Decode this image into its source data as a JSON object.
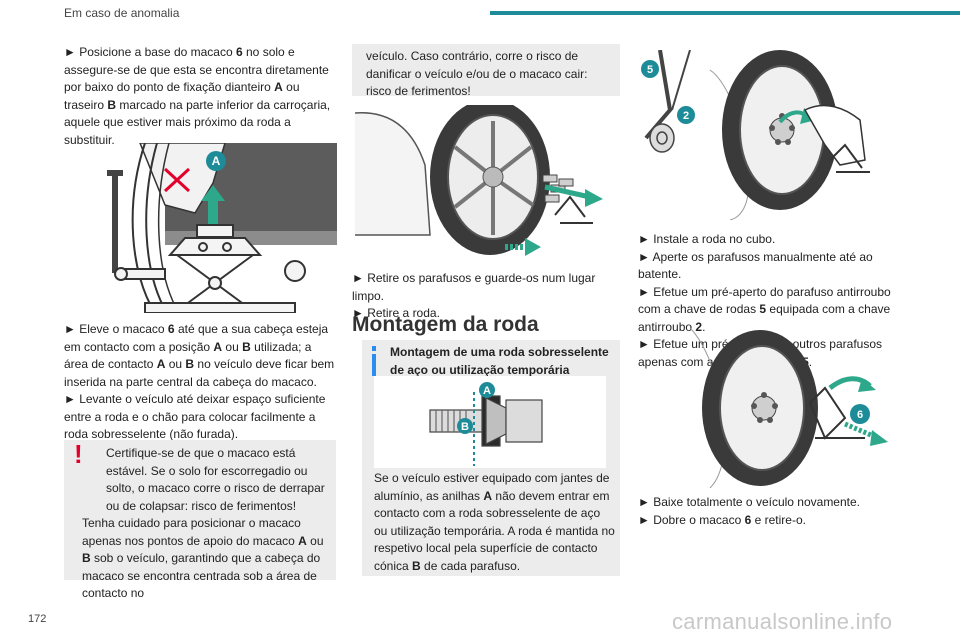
{
  "header": {
    "section_title": "Em caso de anomalia"
  },
  "col1": {
    "p1_a": "► Posicione a base do macaco ",
    "p1_b": "6",
    "p1_c": " no solo e assegure-se de que esta se encontra diretamente por baixo do ponto de fixação dianteiro ",
    "p1_d": "A",
    "p1_e": " ou traseiro ",
    "p1_f": "B",
    "p1_g": " marcado na parte inferior da carroçaria, aquele que estiver mais próximo da roda a substituir.",
    "fig_label_a": "A",
    "p2_a": "► Eleve o macaco ",
    "p2_b": "6",
    "p2_c": " até que a sua cabeça esteja em contacto com a posição ",
    "p2_d": "A",
    "p2_e": " ou ",
    "p2_f": "B",
    "p2_g": " utilizada; a área de contacto ",
    "p2_h": "A",
    "p2_i": " ou ",
    "p2_j": "B",
    "p2_k": " no veículo deve ficar bem inserida na parte central da cabeça do macaco.",
    "p3": "► Levante o veículo até deixar espaço suficiente entre a roda e o chão para colocar facilmente a roda sobresselente (não furada).",
    "warn_mark": "!",
    "warn_a": "Certifique-se de que o macaco está estável. Se o solo for escorregadio ou solto, o macaco corre o risco de derrapar ou de colapsar: risco de ferimentos!",
    "warn_b": "Tenha cuidado para posicionar o macaco apenas nos pontos de apoio do macaco ",
    "warn_c": "A",
    "warn_d": " ou ",
    "warn_e": "B",
    "warn_f": " sob o veículo, garantindo que a cabeça do macaco se encontra centrada sob a área de contacto no"
  },
  "col2": {
    "warn_cont": "veículo. Caso contrário, corre o risco de danificar o veículo e/ou de o macaco cair: risco de ferimentos!",
    "p1": "► Retire os parafusos e guarde-os num lugar limpo.",
    "p2": "► Retire a roda.",
    "heading": "Montagem da roda",
    "info_title": "Montagem de uma roda sobresselente de aço ou utilização temporária",
    "info_label_a": "A",
    "info_label_b": "B",
    "info_a": "Se o veículo estiver equipado com jantes de alumínio, as anilhas ",
    "info_b": "A",
    "info_c": " não devem entrar em contacto com a roda sobresselente de aço ou utilização temporária. A roda é mantida no respetivo local pela superfície de contacto cónica ",
    "info_d": "B",
    "info_e": " de cada parafuso."
  },
  "col3": {
    "fig_label_5": "5",
    "fig_label_2": "2",
    "p1": "► Instale a roda no cubo.",
    "p2": "► Aperte os parafusos manualmente até ao batente.",
    "p3_a": "► Efetue um pré-aperto do parafuso antirroubo com a chave de rodas ",
    "p3_b": "5",
    "p3_c": " equipada com a chave antirroubo ",
    "p3_d": "2",
    "p3_e": ".",
    "p4_a": "► Efetue um pré-aperto dos outros parafusos apenas com a chave de rodas ",
    "p4_b": "5",
    "p4_c": ".",
    "fig_label_6": "6",
    "p5": "► Baixe totalmente o veículo novamente.",
    "p6_a": "► Dobre o macaco ",
    "p6_b": "6",
    "p6_c": " e retire-o."
  },
  "footer": {
    "page_number": "172",
    "watermark": "carmanualsonline.info"
  },
  "colors": {
    "accent": "#1e8c98",
    "warning": "#e4002b",
    "info": "#2a8ef0",
    "panel": "#ececec"
  }
}
